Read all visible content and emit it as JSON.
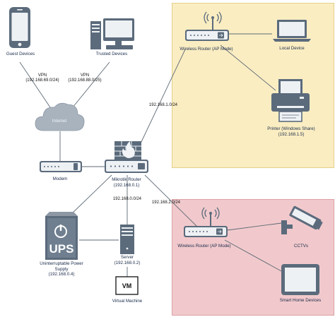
{
  "zones": {
    "lan": {
      "color": "#faedc2",
      "border": "#e4cf8a"
    },
    "iot": {
      "color": "#f1c9cc",
      "border": "#dca0a4"
    }
  },
  "colors": {
    "device": "#5b6b7c",
    "device_light": "#a9b3be",
    "line": "#5f6a75",
    "label": "#1a2b4a"
  },
  "nodes": {
    "guest_devices": {
      "label": "Guest Devices",
      "icon": "smartphone-icon"
    },
    "trusted_devices": {
      "label": "Trusted Devices",
      "icon": "desktop-computer-icon"
    },
    "internet": {
      "label": "Internet",
      "icon": "cloud-icon"
    },
    "modem": {
      "label": "Modem",
      "icon": "modem-icon"
    },
    "mikrotik_router": {
      "label": "Mikrotik Router",
      "ip": "(192.168.0.1)",
      "icon": "firewall-router-icon"
    },
    "wireless_router_top": {
      "label": "Wireless Router (AP Mode)",
      "icon": "wireless-router-icon"
    },
    "local_device": {
      "label": "Local Device",
      "icon": "laptop-icon"
    },
    "printer": {
      "label": "Printer (Windows Share)",
      "ip": "(192.168.1.5)",
      "icon": "printer-icon"
    },
    "ups": {
      "label_line1": "Uninterruptable Power",
      "label_line2": "Supply",
      "ip": "(192.168.0.4)",
      "icon_text": "UPS",
      "icon": "ups-icon"
    },
    "server": {
      "label": "Server",
      "ip": "(192.168.0.2)",
      "icon": "server-tower-icon"
    },
    "virtual_machine": {
      "label": "Virtual Machine",
      "icon_text": "VM",
      "icon": "vm-icon"
    },
    "wireless_router_bottom": {
      "label": "Wireless Router (AP Mode)",
      "icon": "wireless-router-icon"
    },
    "cctvs": {
      "label": "CCTVs",
      "icon": "cctv-camera-icon"
    },
    "smart_home": {
      "label": "Smart Home Devices",
      "icon": "tablet-icon"
    }
  },
  "edges": {
    "vpn_guest": {
      "line1": "VPN",
      "line2": "(192.168.69.0/24)"
    },
    "vpn_trusted": {
      "line1": "VPN",
      "line2": "(192.168.88.0/25)"
    },
    "lan_top": {
      "line1": "192.168.1.0/24"
    },
    "lan_main": {
      "line1": "192.168.0.0/24"
    },
    "lan_iot": {
      "line1": "192.168.2.0/24"
    }
  }
}
